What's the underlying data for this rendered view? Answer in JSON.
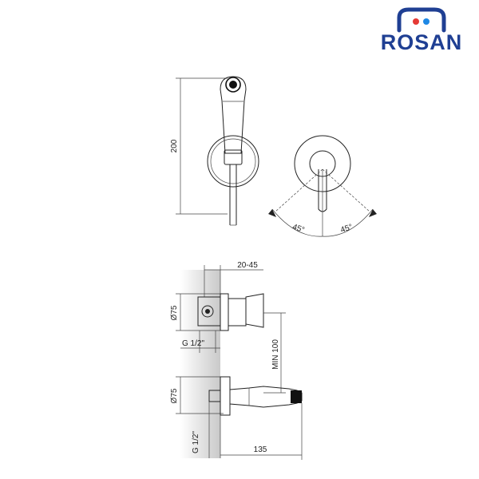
{
  "brand": {
    "name": "ROSAN",
    "colors": {
      "navy": "#1f3f93",
      "red": "#e53935",
      "blue": "#1e88e5"
    }
  },
  "dimensions": {
    "height_total": "200",
    "angle_left": "45°",
    "angle_right": "45°",
    "depth_range": "20-45",
    "diameter_top": "Ø75",
    "thread_top": "G 1/2\"",
    "min_spacing": "MIN 100",
    "diameter_bottom": "Ø75",
    "thread_bottom": "G 1/2\"",
    "length": "135"
  }
}
